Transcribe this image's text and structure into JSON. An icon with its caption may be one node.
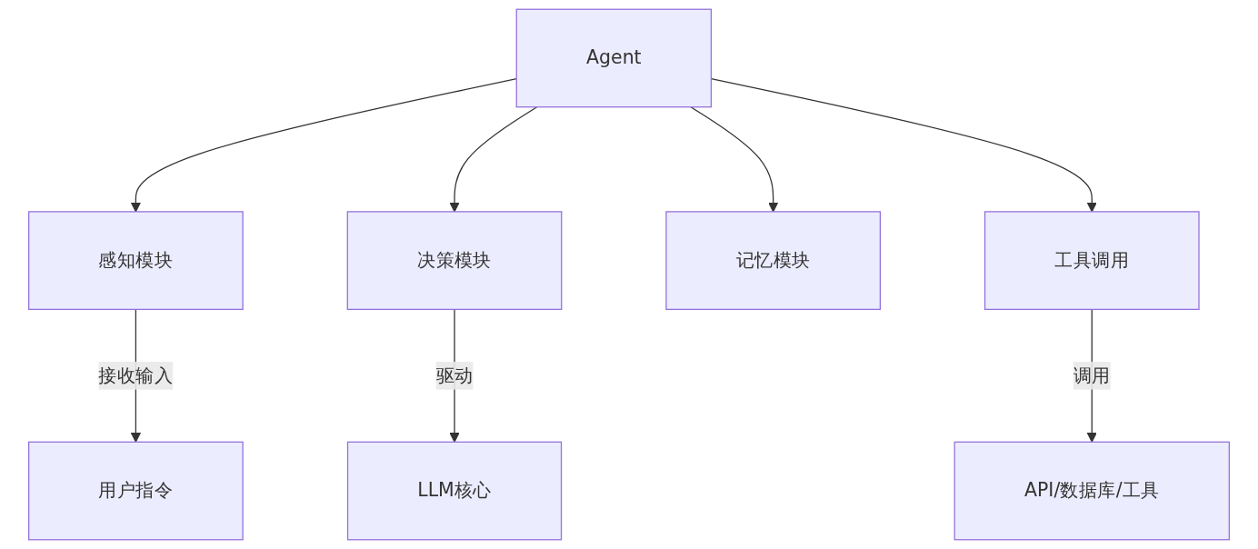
{
  "diagram": {
    "nodes": [
      {
        "text": [
          "Agent"
        ]
      },
      {
        "text": [
          "感知模块"
        ]
      },
      {
        "text": [
          "决策模块"
        ]
      },
      {
        "text": [
          "记忆模块"
        ]
      },
      {
        "text": [
          "工具调用"
        ]
      },
      {
        "text": [
          "用户指令"
        ]
      },
      {
        "text": [
          "LLM核心"
        ]
      },
      {
        "text": [
          "API/数据库/工具"
        ]
      }
    ],
    "edges": [
      {
        "from": 0,
        "to": 1,
        "arrow": "to"
      },
      {
        "from": 0,
        "to": 2,
        "arrow": "to"
      },
      {
        "from": 0,
        "to": 3,
        "arrow": "to"
      },
      {
        "from": 0,
        "to": 4,
        "arrow": "to"
      },
      {
        "from": 1,
        "to": 5,
        "arrow": "to",
        "label": "接收输入"
      },
      {
        "from": 2,
        "to": 6,
        "arrow": "to",
        "label": "驱动"
      },
      {
        "from": 4,
        "to": 7,
        "arrow": "to",
        "label": "调用"
      }
    ]
  }
}
